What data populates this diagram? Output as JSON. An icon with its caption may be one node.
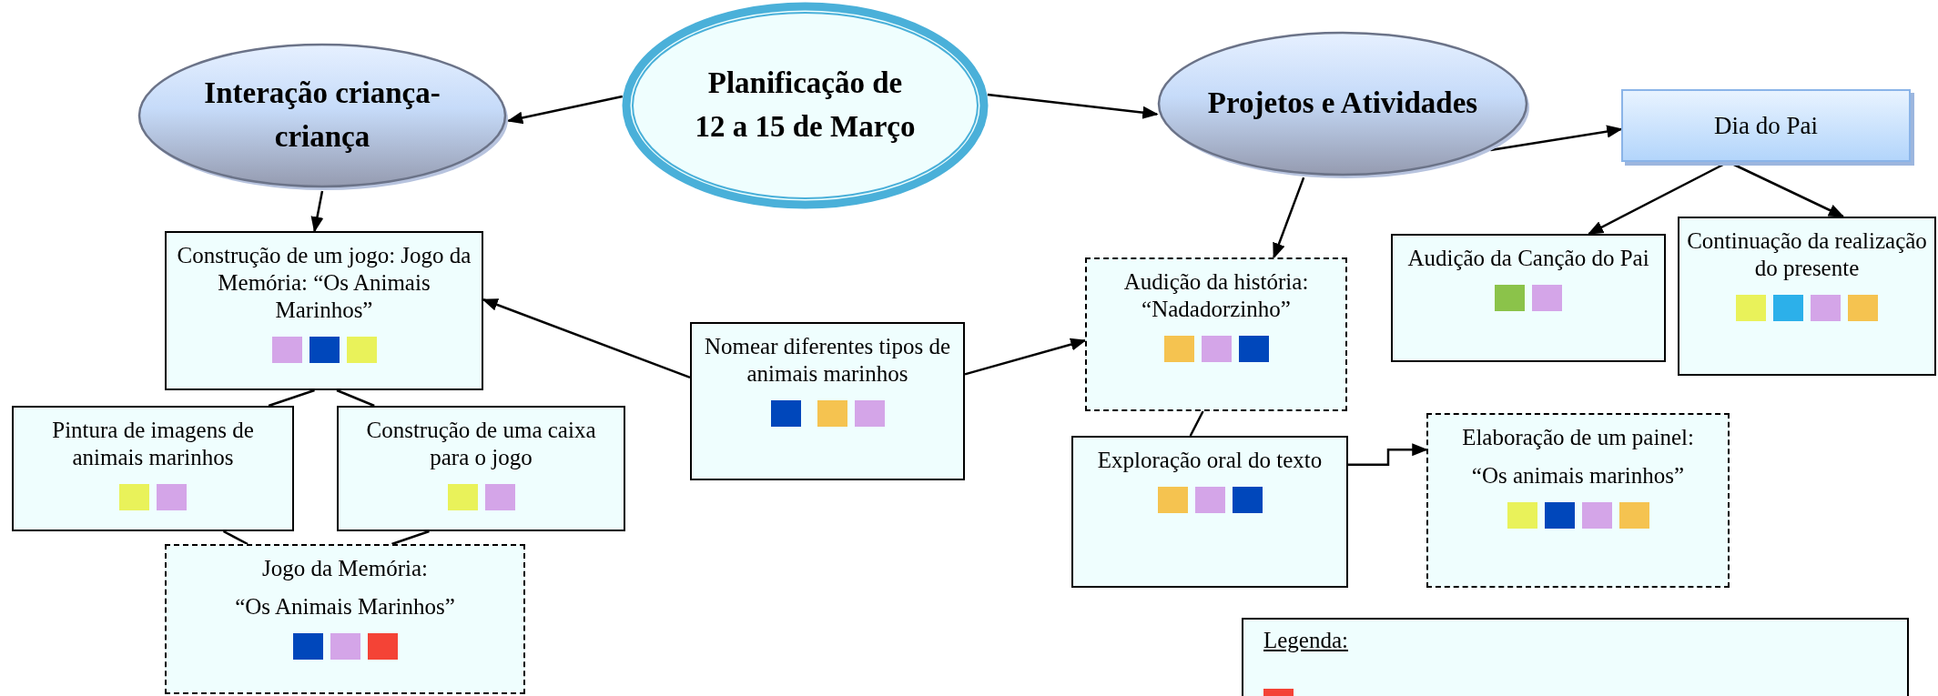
{
  "diagram": {
    "nodes": [
      {
        "text": [
          "Planificação de 12 a 15 de Março"
        ]
      },
      {
        "text": [
          "Interação criança-criança"
        ]
      },
      {
        "text": [
          "Projetos e Atividades"
        ]
      },
      {
        "text": [
          "Dia do Pai"
        ]
      },
      {
        "text": [
          "Construção de um jogo: Jogo da Memória: “Os Animais Marinhos”"
        ]
      },
      {
        "text": [
          "Pintura de imagens de animais marinhos"
        ]
      },
      {
        "text": [
          "Construção de uma caixa para o jogo"
        ]
      },
      {
        "text": [
          "Jogo da Memória:",
          "“Os Animais Marinhos”"
        ]
      },
      {
        "text": [
          "Nomear diferentes tipos de animais marinhos"
        ]
      },
      {
        "text": [
          "Audição da história: “Nadadorzinho”"
        ]
      },
      {
        "text": [
          "Audição da Canção do Pai"
        ]
      },
      {
        "text": [
          "Continuação da realização do presente"
        ]
      },
      {
        "text": [
          "Exploração oral do texto"
        ]
      },
      {
        "text": [
          "Elaboração de um painel:",
          "“Os animais marinhos”"
        ]
      },
      {
        "text": [
          "Legenda:"
        ]
      }
    ],
    "edges": [
      {
        "from": 0,
        "to": 1,
        "arrow": "to"
      },
      {
        "from": 0,
        "to": 2,
        "arrow": "to"
      },
      {
        "from": 1,
        "to": 4,
        "arrow": "to"
      },
      {
        "from": 2,
        "to": 9,
        "arrow": "to"
      },
      {
        "from": 2,
        "to": 3,
        "arrow": "to"
      },
      {
        "from": 3,
        "to": 10,
        "arrow": "to"
      },
      {
        "from": 3,
        "to": 11,
        "arrow": "to"
      },
      {
        "from": 8,
        "to": 4,
        "arrow": "to"
      },
      {
        "from": 8,
        "to": 9,
        "arrow": "to"
      },
      {
        "from": 4,
        "to": 5,
        "arrow": "none"
      },
      {
        "from": 4,
        "to": 6,
        "arrow": "none"
      },
      {
        "from": 5,
        "to": 7,
        "arrow": "none"
      },
      {
        "from": 6,
        "to": 7,
        "arrow": "none"
      },
      {
        "from": 9,
        "to": 12,
        "arrow": "none"
      },
      {
        "from": 12,
        "to": 13,
        "arrow": "to"
      }
    ]
  }
}
